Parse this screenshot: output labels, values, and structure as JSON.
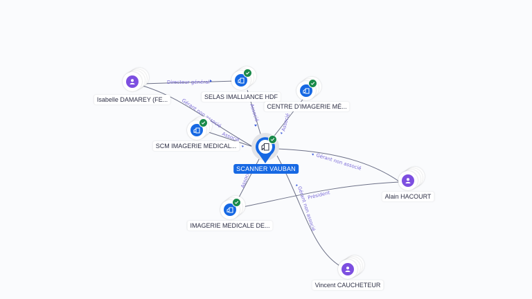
{
  "graph": {
    "center": {
      "id": "scanner-vauban",
      "label": "SCANNER VAUBAN",
      "type": "company",
      "icon": "building-icon",
      "verified": true
    },
    "nodes": [
      {
        "id": "isabelle",
        "label": "Isabelle DAMAREY (FE...",
        "type": "person",
        "icon": "person-icon",
        "verified": false
      },
      {
        "id": "selas",
        "label": "SELAS IMALLIANCE HDF",
        "type": "company",
        "icon": "building-icon",
        "verified": true
      },
      {
        "id": "centre",
        "label": "CENTRE D'IMAGERIE MÉ...",
        "type": "company",
        "icon": "building-icon",
        "verified": true
      },
      {
        "id": "scm",
        "label": "SCM IMAGERIE MEDICAL...",
        "type": "company",
        "icon": "building-icon",
        "verified": true
      },
      {
        "id": "alain",
        "label": "Alain HACOURT",
        "type": "person",
        "icon": "person-icon",
        "verified": false
      },
      {
        "id": "imagerie",
        "label": "IMAGERIE MEDICALE DE...",
        "type": "company",
        "icon": "building-icon",
        "verified": true
      },
      {
        "id": "vincent",
        "label": "Vincent CAUCHETEUR",
        "type": "person",
        "icon": "person-icon",
        "verified": false
      }
    ],
    "edges": [
      {
        "from": "isabelle",
        "to": "selas",
        "label": "Directeur général"
      },
      {
        "from": "isabelle",
        "to": "scanner-vauban",
        "label": "Gérant non associé"
      },
      {
        "from": "selas",
        "to": "scanner-vauban",
        "label": "Associé"
      },
      {
        "from": "centre",
        "to": "scanner-vauban",
        "label": "Associé"
      },
      {
        "from": "scm",
        "to": "scanner-vauban",
        "label": "Associé"
      },
      {
        "from": "alain",
        "to": "scanner-vauban",
        "label": "Gérant non associé"
      },
      {
        "from": "alain",
        "to": "imagerie",
        "label": "Président"
      },
      {
        "from": "imagerie",
        "to": "scanner-vauban",
        "label": "Associé"
      },
      {
        "from": "vincent",
        "to": "scanner-vauban",
        "label": "Gérant non associé"
      }
    ]
  },
  "colors": {
    "background": "#fafbfd",
    "person": "#7d4fe0",
    "company": "#1668e3",
    "verified": "#1a8a4a",
    "edge": "#6b6f86",
    "edge_label": "#7c6cd8"
  }
}
